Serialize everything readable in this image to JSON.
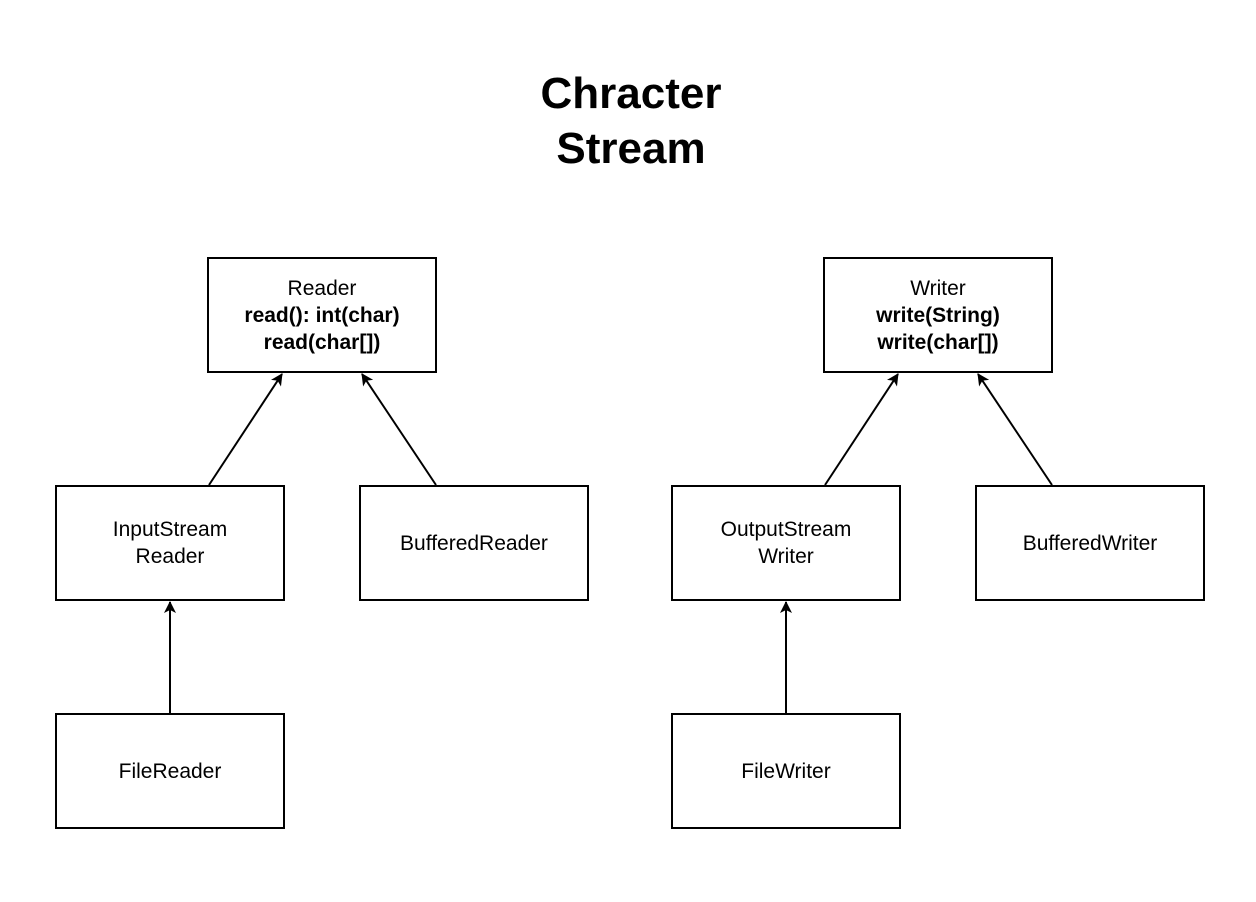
{
  "title": {
    "line1": "Chracter",
    "line2": "Stream"
  },
  "nodes": {
    "reader": {
      "name": "Reader",
      "methods": [
        "read(): int(char)",
        "read(char[])"
      ]
    },
    "writer": {
      "name": "Writer",
      "methods": [
        "write(String)",
        "write(char[])"
      ]
    },
    "input_stream_reader": {
      "lines": [
        "InputStream",
        "Reader"
      ]
    },
    "buffered_reader": {
      "label": "BufferedReader"
    },
    "output_stream_writer": {
      "lines": [
        "OutputStream",
        "Writer"
      ]
    },
    "buffered_writer": {
      "label": "BufferedWriter"
    },
    "file_reader": {
      "label": "FileReader"
    },
    "file_writer": {
      "label": "FileWriter"
    }
  },
  "edges": [
    {
      "from": "input_stream_reader",
      "to": "reader"
    },
    {
      "from": "buffered_reader",
      "to": "reader"
    },
    {
      "from": "file_reader",
      "to": "input_stream_reader"
    },
    {
      "from": "output_stream_writer",
      "to": "writer"
    },
    {
      "from": "buffered_writer",
      "to": "writer"
    },
    {
      "from": "file_writer",
      "to": "output_stream_writer"
    }
  ]
}
